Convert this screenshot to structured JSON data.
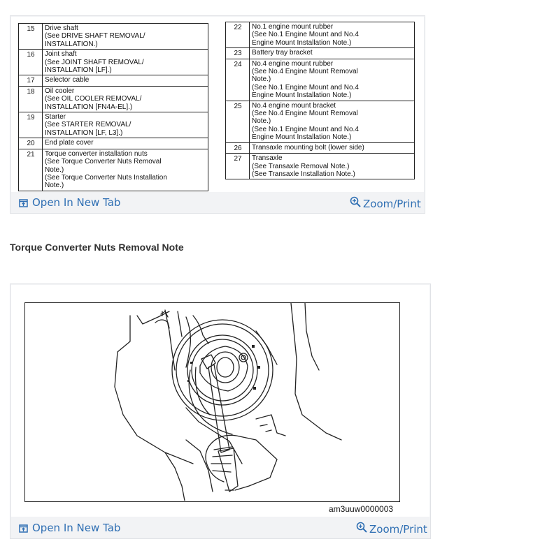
{
  "table_card": {
    "left_rows": [
      {
        "num": "15",
        "lines": [
          "Drive shaft",
          " (See DRIVE SHAFT REMOVAL/",
          "INSTALLATION.)"
        ]
      },
      {
        "num": "16",
        "lines": [
          "Joint shaft",
          " (See JOINT SHAFT REMOVAL/",
          "INSTALLATION [LF].)"
        ]
      },
      {
        "num": "17",
        "lines": [
          "Selector cable"
        ]
      },
      {
        "num": "18",
        "lines": [
          "Oil cooler",
          " (See OIL COOLER REMOVAL/",
          "INSTALLATION [FN4A-EL].)"
        ]
      },
      {
        "num": "19",
        "lines": [
          "Starter",
          " (See STARTER REMOVAL/",
          "INSTALLATION [LF, L3].)"
        ]
      },
      {
        "num": "20",
        "lines": [
          "End plate cover"
        ]
      },
      {
        "num": "21",
        "lines": [
          "Torque converter installation nuts",
          " (See Torque Converter Nuts Removal",
          "Note.)",
          " (See Torque Converter Nuts Installation",
          "Note.)"
        ]
      }
    ],
    "right_rows": [
      {
        "num": "22",
        "lines": [
          "No.1 engine mount rubber",
          " (See No.1 Engine Mount and No.4",
          "Engine Mount Installation Note.)"
        ]
      },
      {
        "num": "23",
        "lines": [
          "Battery tray bracket"
        ]
      },
      {
        "num": "24",
        "lines": [
          "No.4 engine mount rubber",
          " (See No.4 Engine Mount Removal",
          "Note.)",
          " (See No.1 Engine Mount and No.4",
          "Engine Mount Installation Note.)"
        ]
      },
      {
        "num": "25",
        "lines": [
          "No.4 engine mount bracket",
          " (See No.4 Engine Mount Removal",
          "Note.)",
          " (See No.1 Engine Mount and No.4",
          "Engine Mount Installation Note.)"
        ]
      },
      {
        "num": "26",
        "lines": [
          "Transaxle mounting bolt (lower side)"
        ]
      },
      {
        "num": "27",
        "lines": [
          "Transaxle",
          " (See Transaxle Removal Note.)",
          " (See Transaxle Installation Note.)"
        ]
      }
    ],
    "open_label": "Open In New Tab",
    "zoom_label": "Zoom/Print"
  },
  "section": {
    "heading": "Torque Converter Nuts Removal Note"
  },
  "figure_card": {
    "figure_code": "am3uuw0000003",
    "open_label": "Open In New Tab",
    "zoom_label": "Zoom/Print"
  },
  "colors": {
    "link": "#2f6fb3",
    "card_bg": "#f2f3f5",
    "card_border": "#e0e2e6"
  },
  "icons": {
    "open": "open-new-tab-icon",
    "zoom": "zoom-magnifier-icon"
  }
}
